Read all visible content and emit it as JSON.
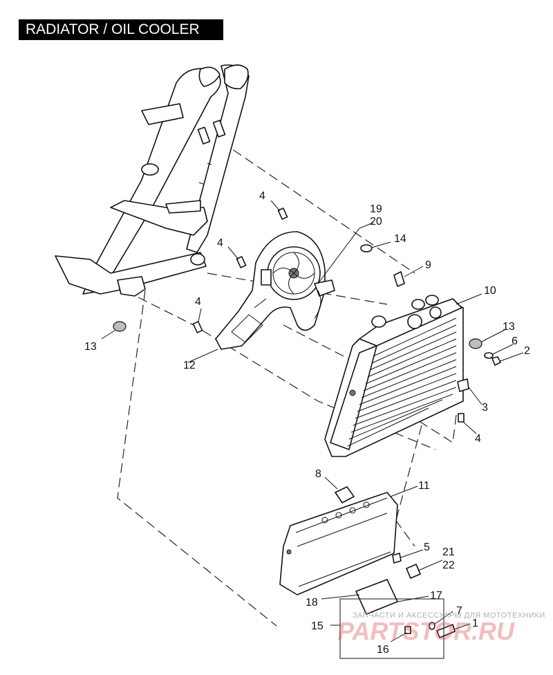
{
  "title": "RADIATOR / OIL COOLER",
  "callouts": [
    {
      "id": "c19",
      "label": "19"
    },
    {
      "id": "c20",
      "label": "20"
    },
    {
      "id": "c4a",
      "label": "4"
    },
    {
      "id": "c4b",
      "label": "4"
    },
    {
      "id": "c4c",
      "label": "4"
    },
    {
      "id": "c4d",
      "label": "4"
    },
    {
      "id": "c14",
      "label": "14"
    },
    {
      "id": "c9",
      "label": "9"
    },
    {
      "id": "c10",
      "label": "10"
    },
    {
      "id": "c13a",
      "label": "13"
    },
    {
      "id": "c13b",
      "label": "13"
    },
    {
      "id": "c6",
      "label": "6"
    },
    {
      "id": "c2",
      "label": "2"
    },
    {
      "id": "c12",
      "label": "12"
    },
    {
      "id": "c3",
      "label": "3"
    },
    {
      "id": "c8",
      "label": "8"
    },
    {
      "id": "c11",
      "label": "11"
    },
    {
      "id": "c5",
      "label": "5"
    },
    {
      "id": "c21",
      "label": "21"
    },
    {
      "id": "c22",
      "label": "22"
    },
    {
      "id": "c18",
      "label": "18"
    },
    {
      "id": "c17",
      "label": "17"
    },
    {
      "id": "c7",
      "label": "7"
    },
    {
      "id": "c15",
      "label": "15"
    },
    {
      "id": "c1",
      "label": "1"
    },
    {
      "id": "c16",
      "label": "16"
    }
  ],
  "watermark": {
    "caption": "ЗАПЧАСТИ И АКСЕССУАРЫ ДЛЯ МОТОТЕХНИКИ",
    "brand": "PARTSTOR.RU"
  }
}
